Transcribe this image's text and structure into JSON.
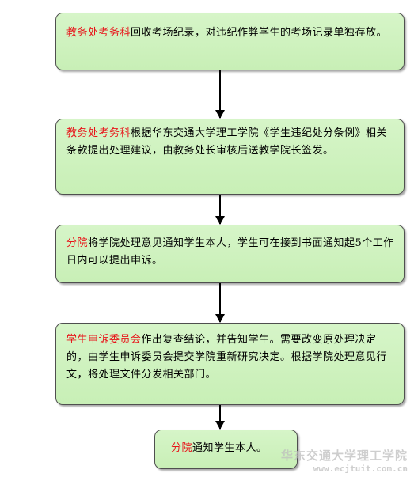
{
  "steps": [
    {
      "highlight": "教务处考务科",
      "text": "回收考场纪录，对违纪作弊学生的考场记录单独存放。"
    },
    {
      "highlight": "教务处考务科",
      "text": "根据华东交通大学理工学院《学生违纪处分条例》相关条款提出处理建议，由教务处长审核后送教学院长签发。"
    },
    {
      "highlight": "分院",
      "text": "将学院处理意见通知学生本人，学生可在接到书面通知起5个工作日内可以提出申诉。"
    },
    {
      "highlight": "学生申诉委员会",
      "text": "作出复查结论，并告知学生。需要改变原处理决定的，由学生申诉委员会提交学院重新研究决定。根据学院处理意见行文，将处理文件分发相关部门。"
    },
    {
      "highlight": "分院",
      "text": "通知学生本人。"
    }
  ],
  "watermark": {
    "name": "华东交通大学理工学院",
    "url": "www.ecjtuit.com.cn"
  },
  "colors": {
    "box_fill": "#d1f3c0",
    "highlight": "#e8141a",
    "border": "#4f4f4f"
  }
}
